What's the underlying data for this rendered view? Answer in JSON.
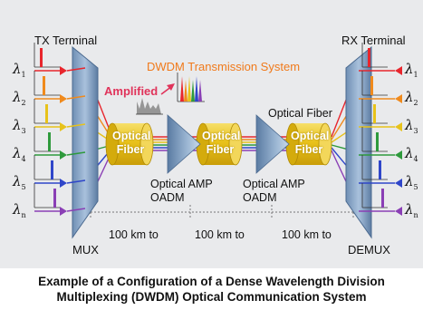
{
  "terminals": {
    "tx": "TX Terminal",
    "rx": "RX Terminal"
  },
  "system_title": "DWDM Transmission System",
  "amplified_label": "Amplified",
  "fiber_top_label": "Optical Fiber",
  "fiber_text": [
    "Optical",
    "Fiber"
  ],
  "amp_labels": [
    {
      "line1": "Optical AMP",
      "line2": "OADM"
    },
    {
      "line1": "Optical AMP",
      "line2": "OADM"
    }
  ],
  "spans": [
    "100 km to",
    "100 km to",
    "100 km to"
  ],
  "mux_label": "MUX",
  "demux_label": "DEMUX",
  "wavelengths": [
    {
      "sym": "λ",
      "sub": "1",
      "color": "#e8262d"
    },
    {
      "sym": "λ",
      "sub": "2",
      "color": "#f08a1c"
    },
    {
      "sym": "λ",
      "sub": "3",
      "color": "#e7c21a"
    },
    {
      "sym": "λ",
      "sub": "4",
      "color": "#2e9a3c"
    },
    {
      "sym": "λ",
      "sub": "5",
      "color": "#2f46c9"
    },
    {
      "sym": "λ",
      "sub": "n",
      "color": "#8a3fb5"
    }
  ],
  "caption": {
    "line1": "Example of a Configuration of a Dense Wavelength Division",
    "line2": "Multiplexing (DWDM) Optical Communication System"
  }
}
